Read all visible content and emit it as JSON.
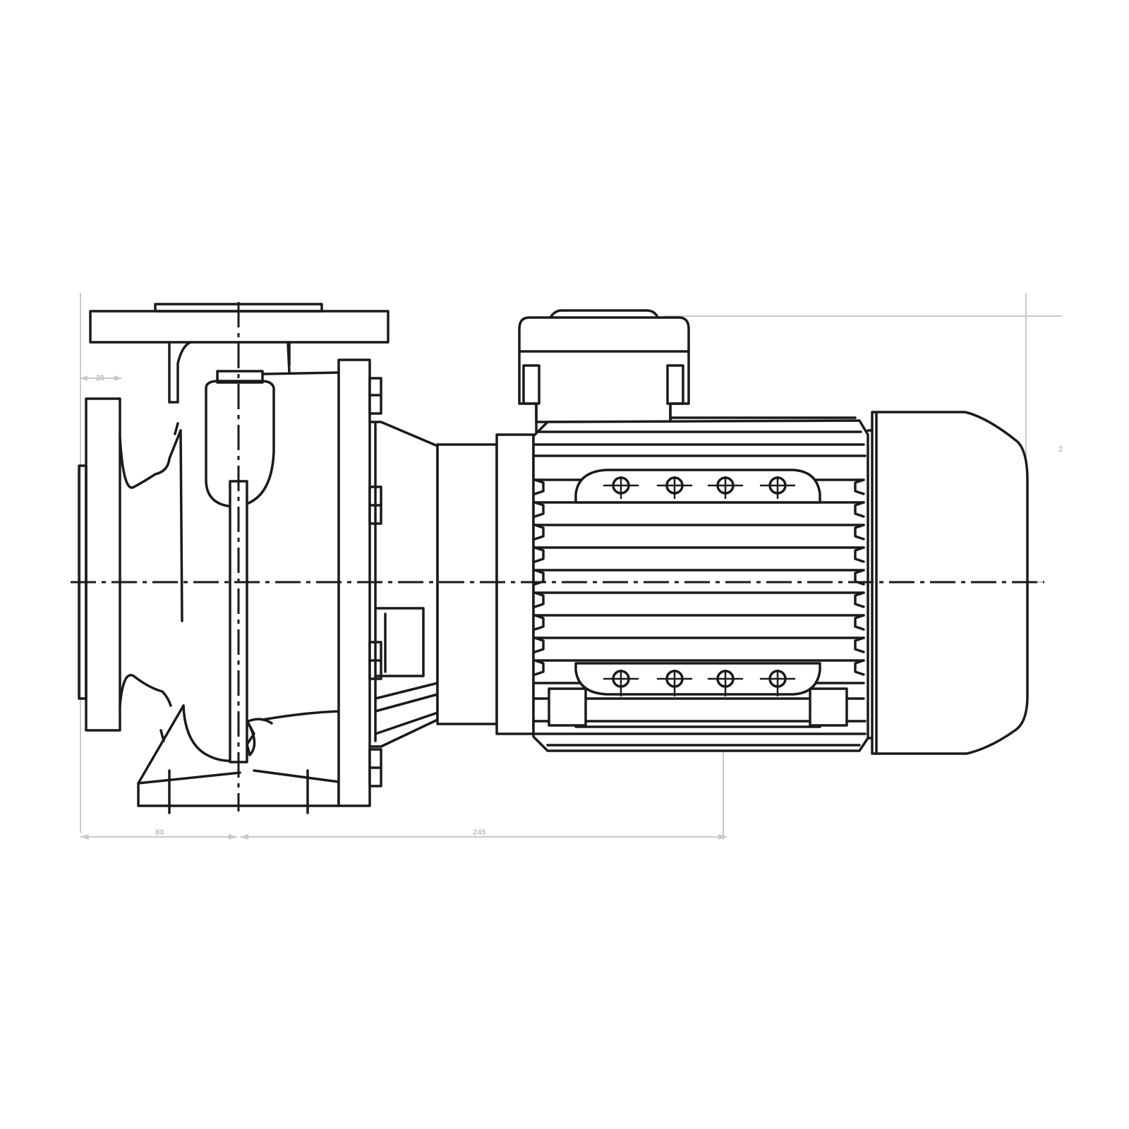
{
  "dimensions": {
    "flange_thickness": "20",
    "suction_to_axis": "80",
    "axis_to_motor_feet": "245",
    "height_label": "2"
  },
  "colors": {
    "line": "#1a1a1a",
    "dimension": "#c9c9c9",
    "background": "#ffffff"
  }
}
